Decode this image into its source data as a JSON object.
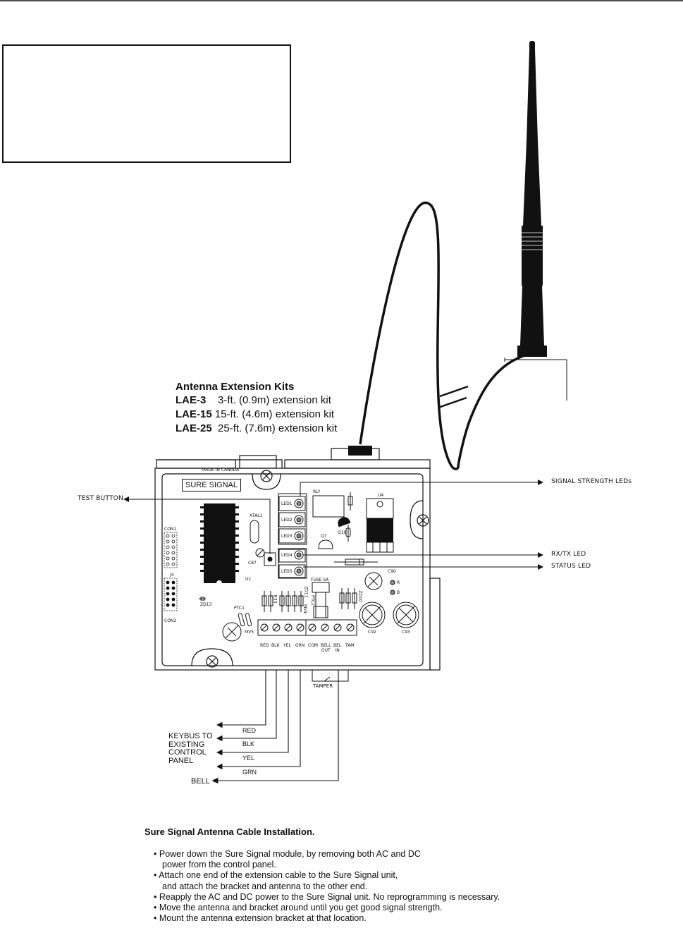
{
  "kits": {
    "title": "Antenna Extension Kits",
    "items": [
      {
        "model": "LAE-3",
        "desc": "3-ft. (0.9m) extension kit"
      },
      {
        "model": "LAE-15",
        "desc": "15-ft. (4.6m) extension kit"
      },
      {
        "model": "LAE-25",
        "desc": "25-ft. (7.6m) extension kit"
      }
    ]
  },
  "board": {
    "made_in": "MADE IN CANADA",
    "sure_signal": "SURE SIGNAL",
    "test_button": "TEST BUTTON",
    "signal_strength": "SIGNAL STRENGTH LEDs",
    "rx_tx": "RX/TX LED",
    "status": "STATUS LED",
    "tamper": "TAMPER",
    "leds": [
      "LED1",
      "LED2",
      "LED3",
      "LED4",
      "LED5"
    ],
    "terminals_left": [
      "RED",
      "BLK",
      "YEL",
      "GRN"
    ],
    "terminals_right": [
      "COM",
      "BELL\nOUT",
      "BEL\nIN",
      "TAM"
    ],
    "components": {
      "rly": "RLY",
      "u4": "U4",
      "xtal": "XTAL1",
      "u1": "U1",
      "c87": "C87",
      "q7": "Q7",
      "q10": "Q10",
      "con1": "CON1",
      "con2": "CON2",
      "j4": "J4",
      "zd13": "ZD13",
      "ptc1": "PTC1",
      "mv5": "MV5",
      "c90": "C90",
      "c92": "C92",
      "c93": "C93",
      "r": "R",
      "b": "B",
      "fuse": "FUSE 5A",
      "ptc2": "PTC2",
      "zd11": "ZD11",
      "mv4": "MV4",
      "zd10": "ZD10",
      "r33": "R33"
    }
  },
  "wires": {
    "keybus": "KEYBUS TO\nEXISTING\nCONTROL\nPANEL",
    "red": "RED",
    "blk": "BLK",
    "yel": "YEL",
    "grn": "GRN",
    "bell": "BELL +"
  },
  "install": {
    "title": "Sure Signal Antenna Cable Installation.",
    "steps": [
      "Power down the Sure Signal  module, by removing both AC and DC\npower from the control panel.",
      "Attach one end of the extension cable to the  Sure Signal  unit,\nand attach the bracket and antenna to the other end.",
      "Reapply the AC and DC power to the Sure Signal unit. No reprogramming is necessary.",
      "Move the antenna and bracket around until you get good signal strength.",
      "Mount the antenna extension bracket at that location."
    ]
  }
}
